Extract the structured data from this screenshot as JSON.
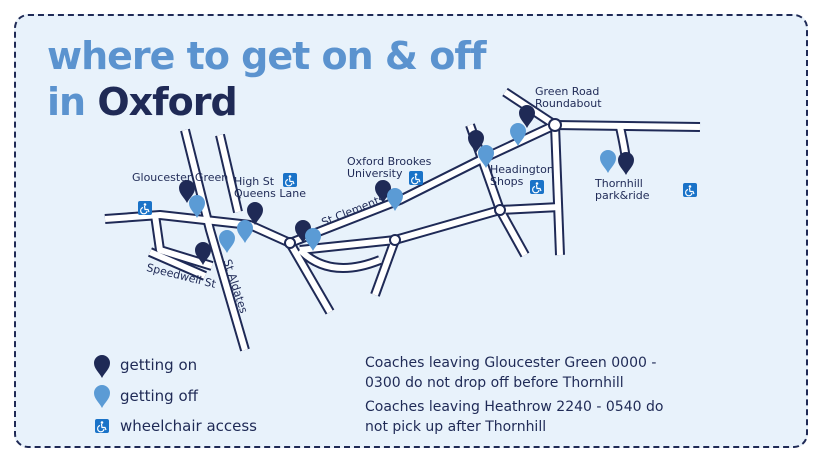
{
  "title": {
    "line1": "where to get on & off",
    "line2_prefix": "in",
    "line2_city": "Oxford"
  },
  "stops": {
    "gloucester_green": "Gloucester Green",
    "high_st": "High St",
    "queens_lane": "Queens Lane",
    "st_clements": "St Clements",
    "oxford_brookes": "Oxford Brookes",
    "university": "University",
    "headington": "Headington",
    "shops": "Shops",
    "green_road": "Green Road",
    "roundabout": "Roundabout",
    "thornhill": "Thornhill",
    "park_ride": "park&ride",
    "speedwell": "Speedwell St",
    "st_aldates": "St Aldates"
  },
  "legend": {
    "on": "getting on",
    "off": "getting off",
    "wheelchair": "wheelchair access"
  },
  "notes": [
    "Coaches leaving Gloucester Green 0000 - 0300 do not drop off before Thornhill",
    "Coaches leaving Heathrow 2240 - 0540 do not pick up after Thornhill"
  ],
  "colors": {
    "on": "#1f2a56",
    "off": "#5b9bd5",
    "wheelchair": "#1a73c8"
  }
}
